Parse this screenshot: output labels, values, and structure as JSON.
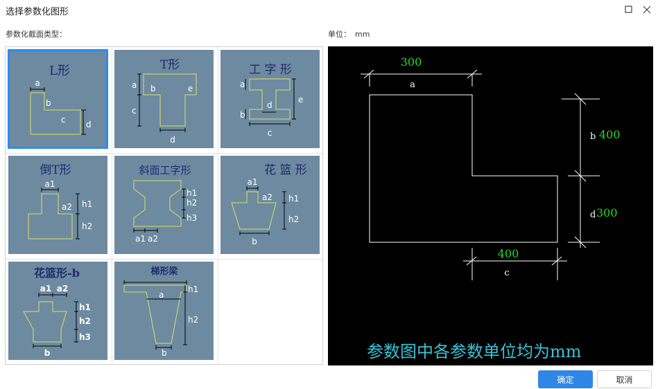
{
  "window": {
    "title": "选择参数化图形",
    "maximize_icon": "maximize-icon",
    "close_icon": "close-icon"
  },
  "section_label": "参数化截面类型：",
  "unit": {
    "label": "单位：",
    "value": "mm"
  },
  "shapes": [
    {
      "title": "L形",
      "labels": {
        "a": "a",
        "b": "b",
        "c": "c",
        "d": "d"
      },
      "selected": true
    },
    {
      "title": "T形",
      "labels": {
        "a": "a",
        "b": "b",
        "c": "c",
        "d": "d",
        "e": "e"
      }
    },
    {
      "title": "工 字 形",
      "labels": {
        "a": "a",
        "b": "b",
        "c": "c",
        "d": "d",
        "e": "e"
      }
    },
    {
      "title": "倒T形",
      "labels": {
        "a1": "a1",
        "a2": "a2",
        "h1": "h1",
        "h2": "h2"
      }
    },
    {
      "title": "斜面工字形",
      "labels": {
        "h1": "h1",
        "h2": "h2",
        "h3": "h3",
        "a1": "a1",
        "a2": "a2"
      }
    },
    {
      "title": "花 篮 形",
      "labels": {
        "a1": "a1",
        "a2": "a2",
        "h1": "h1",
        "h2": "h2",
        "b": "b"
      }
    },
    {
      "title": "花篮形-b",
      "labels": {
        "a1": "a1",
        "a2": "a2",
        "h1": "h1",
        "h2": "h2",
        "h3": "h3",
        "b": "b"
      }
    },
    {
      "title": "梯形梁",
      "labels": {
        "a": "a",
        "h1": "h1",
        "h2": "h2",
        "b": "b"
      }
    }
  ],
  "preview": {
    "dims": [
      {
        "name": "a",
        "value": "300"
      },
      {
        "name": "b",
        "value": "400"
      },
      {
        "name": "c",
        "value": "400"
      },
      {
        "name": "d",
        "value": "300"
      }
    ],
    "note": "参数图中各参数单位均为mm",
    "colors": {
      "value": "#22dd22",
      "note": "#35c4d8",
      "line": "#ffffff",
      "background": "#000000"
    }
  },
  "buttons": {
    "ok": "确定",
    "cancel": "取消"
  },
  "colors": {
    "tile": "#6d8aa0",
    "tile_title": "#1f2a6b",
    "tile_line": "#e0e060",
    "selected_border": "#2a8cf0",
    "primary_button": "#2f86e6"
  }
}
